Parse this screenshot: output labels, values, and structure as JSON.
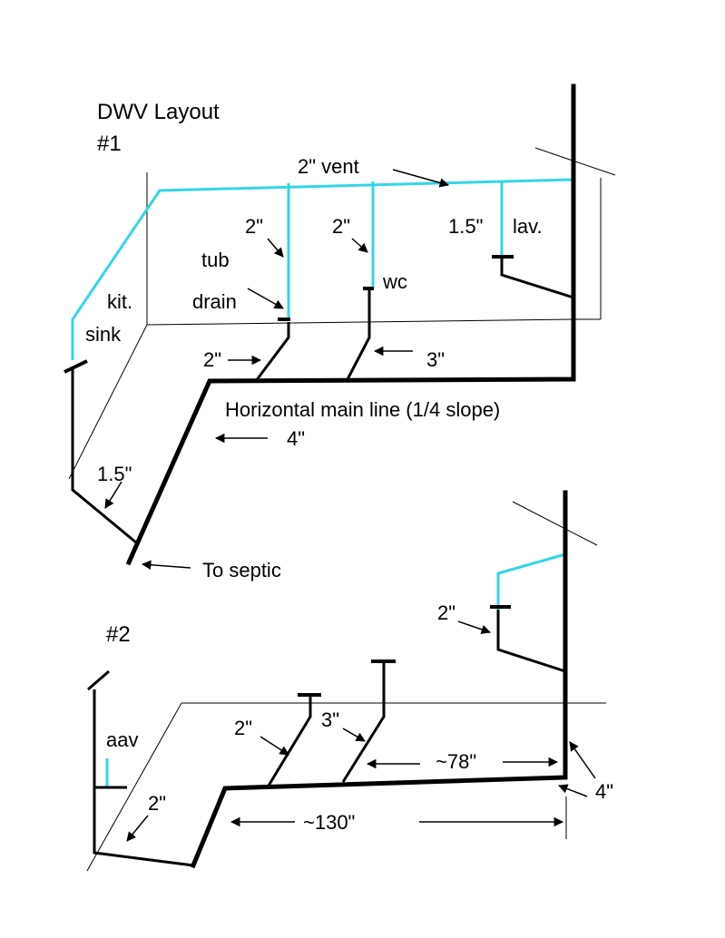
{
  "colors": {
    "vent": "#33d6e6",
    "drain": "#000000",
    "background": "#ffffff"
  },
  "diagram1": {
    "title_line1": "DWV Layout",
    "title_line2": "#1",
    "labels": {
      "vent": "2\" vent",
      "tub_vent_size": "2\"",
      "wc_vent_size": "2\"",
      "lav_vent_size": "1.5\"",
      "lav": "lav.",
      "tub_line1": "tub",
      "tub_line2": "drain",
      "wc": "wc",
      "kit_line1": "kit.",
      "kit_line2": "sink",
      "tub_drain_size": "2\"",
      "wc_drain_size": "3\"",
      "main_line": "Horizontal main line (1/4 slope)",
      "main_size": "4\"",
      "sink_drain_size": "1.5\"",
      "septic": "To septic"
    }
  },
  "diagram2": {
    "title": "#2",
    "labels": {
      "upper_vent_size": "2\"",
      "aav": "aav",
      "left_drain_size": "2\"",
      "tub_drain_size": "2\"",
      "wc_drain_size": "3\"",
      "dist_78": "~78\"",
      "stack_size": "4\"",
      "dist_130": "~130\""
    }
  }
}
